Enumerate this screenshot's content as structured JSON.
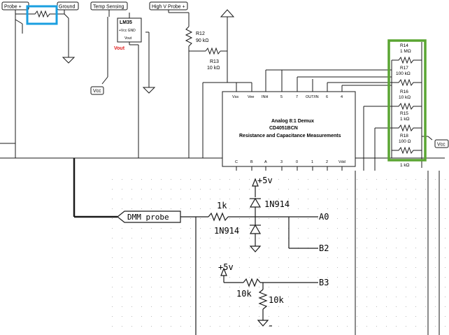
{
  "top_schematic": {
    "ports": {
      "probe_plus": "Probe +",
      "ground": "Ground",
      "temp_sensing": "Temp Sensing",
      "high_v_probe": "High V Probe +",
      "vcc_left": "Vcc",
      "vcc_right": "Vcc"
    },
    "lm35": {
      "name": "LM35",
      "pins": "+Vcc  GND",
      "vout_pin": "Vout",
      "vout_label": "Vout"
    },
    "divider": {
      "r12_name": "R12",
      "r12_value": "90 kΩ",
      "r13_name": "R13",
      "r13_value": "10 kΩ"
    },
    "demux": {
      "pin_labels": [
        "Vss",
        "Vee",
        "INH",
        "5",
        "7",
        "OUT/IN",
        "6",
        "4"
      ],
      "bottom_pin_labels": [
        "C",
        "B",
        "A",
        "3",
        "0",
        "1",
        "2",
        "Vdd"
      ],
      "line1": "Analog 8:1 Demux",
      "line2": "CD4051BCN",
      "line3": "Resistance and Capacitance Measurements"
    },
    "resistor_ladder": [
      {
        "name": "R14",
        "value": "1 MΩ"
      },
      {
        "name": "R17",
        "value": "100 kΩ"
      },
      {
        "name": "R16",
        "value": "10 kΩ"
      },
      {
        "name": "R15",
        "value": "1 kΩ"
      },
      {
        "name": "R18",
        "value": "100 Ω"
      },
      {
        "name": "",
        "value": "1 kΩ"
      }
    ]
  },
  "bottom_schematic": {
    "dmm_probe": "DMM probe",
    "supply_top": "+5v",
    "r_series": "1k",
    "diode_top": "1N914",
    "diode_bottom": "1N914",
    "net_a0": "A0",
    "net_b2": "B2",
    "supply_second": "+5v",
    "r_top": "10k",
    "r_bottom": "10k",
    "net_b3": "B3"
  },
  "colors": {
    "highlight_blue": "#1a9fe0",
    "highlight_green": "#5aa532",
    "vout_red": "#e02020",
    "wire": "#1a1a1a"
  }
}
